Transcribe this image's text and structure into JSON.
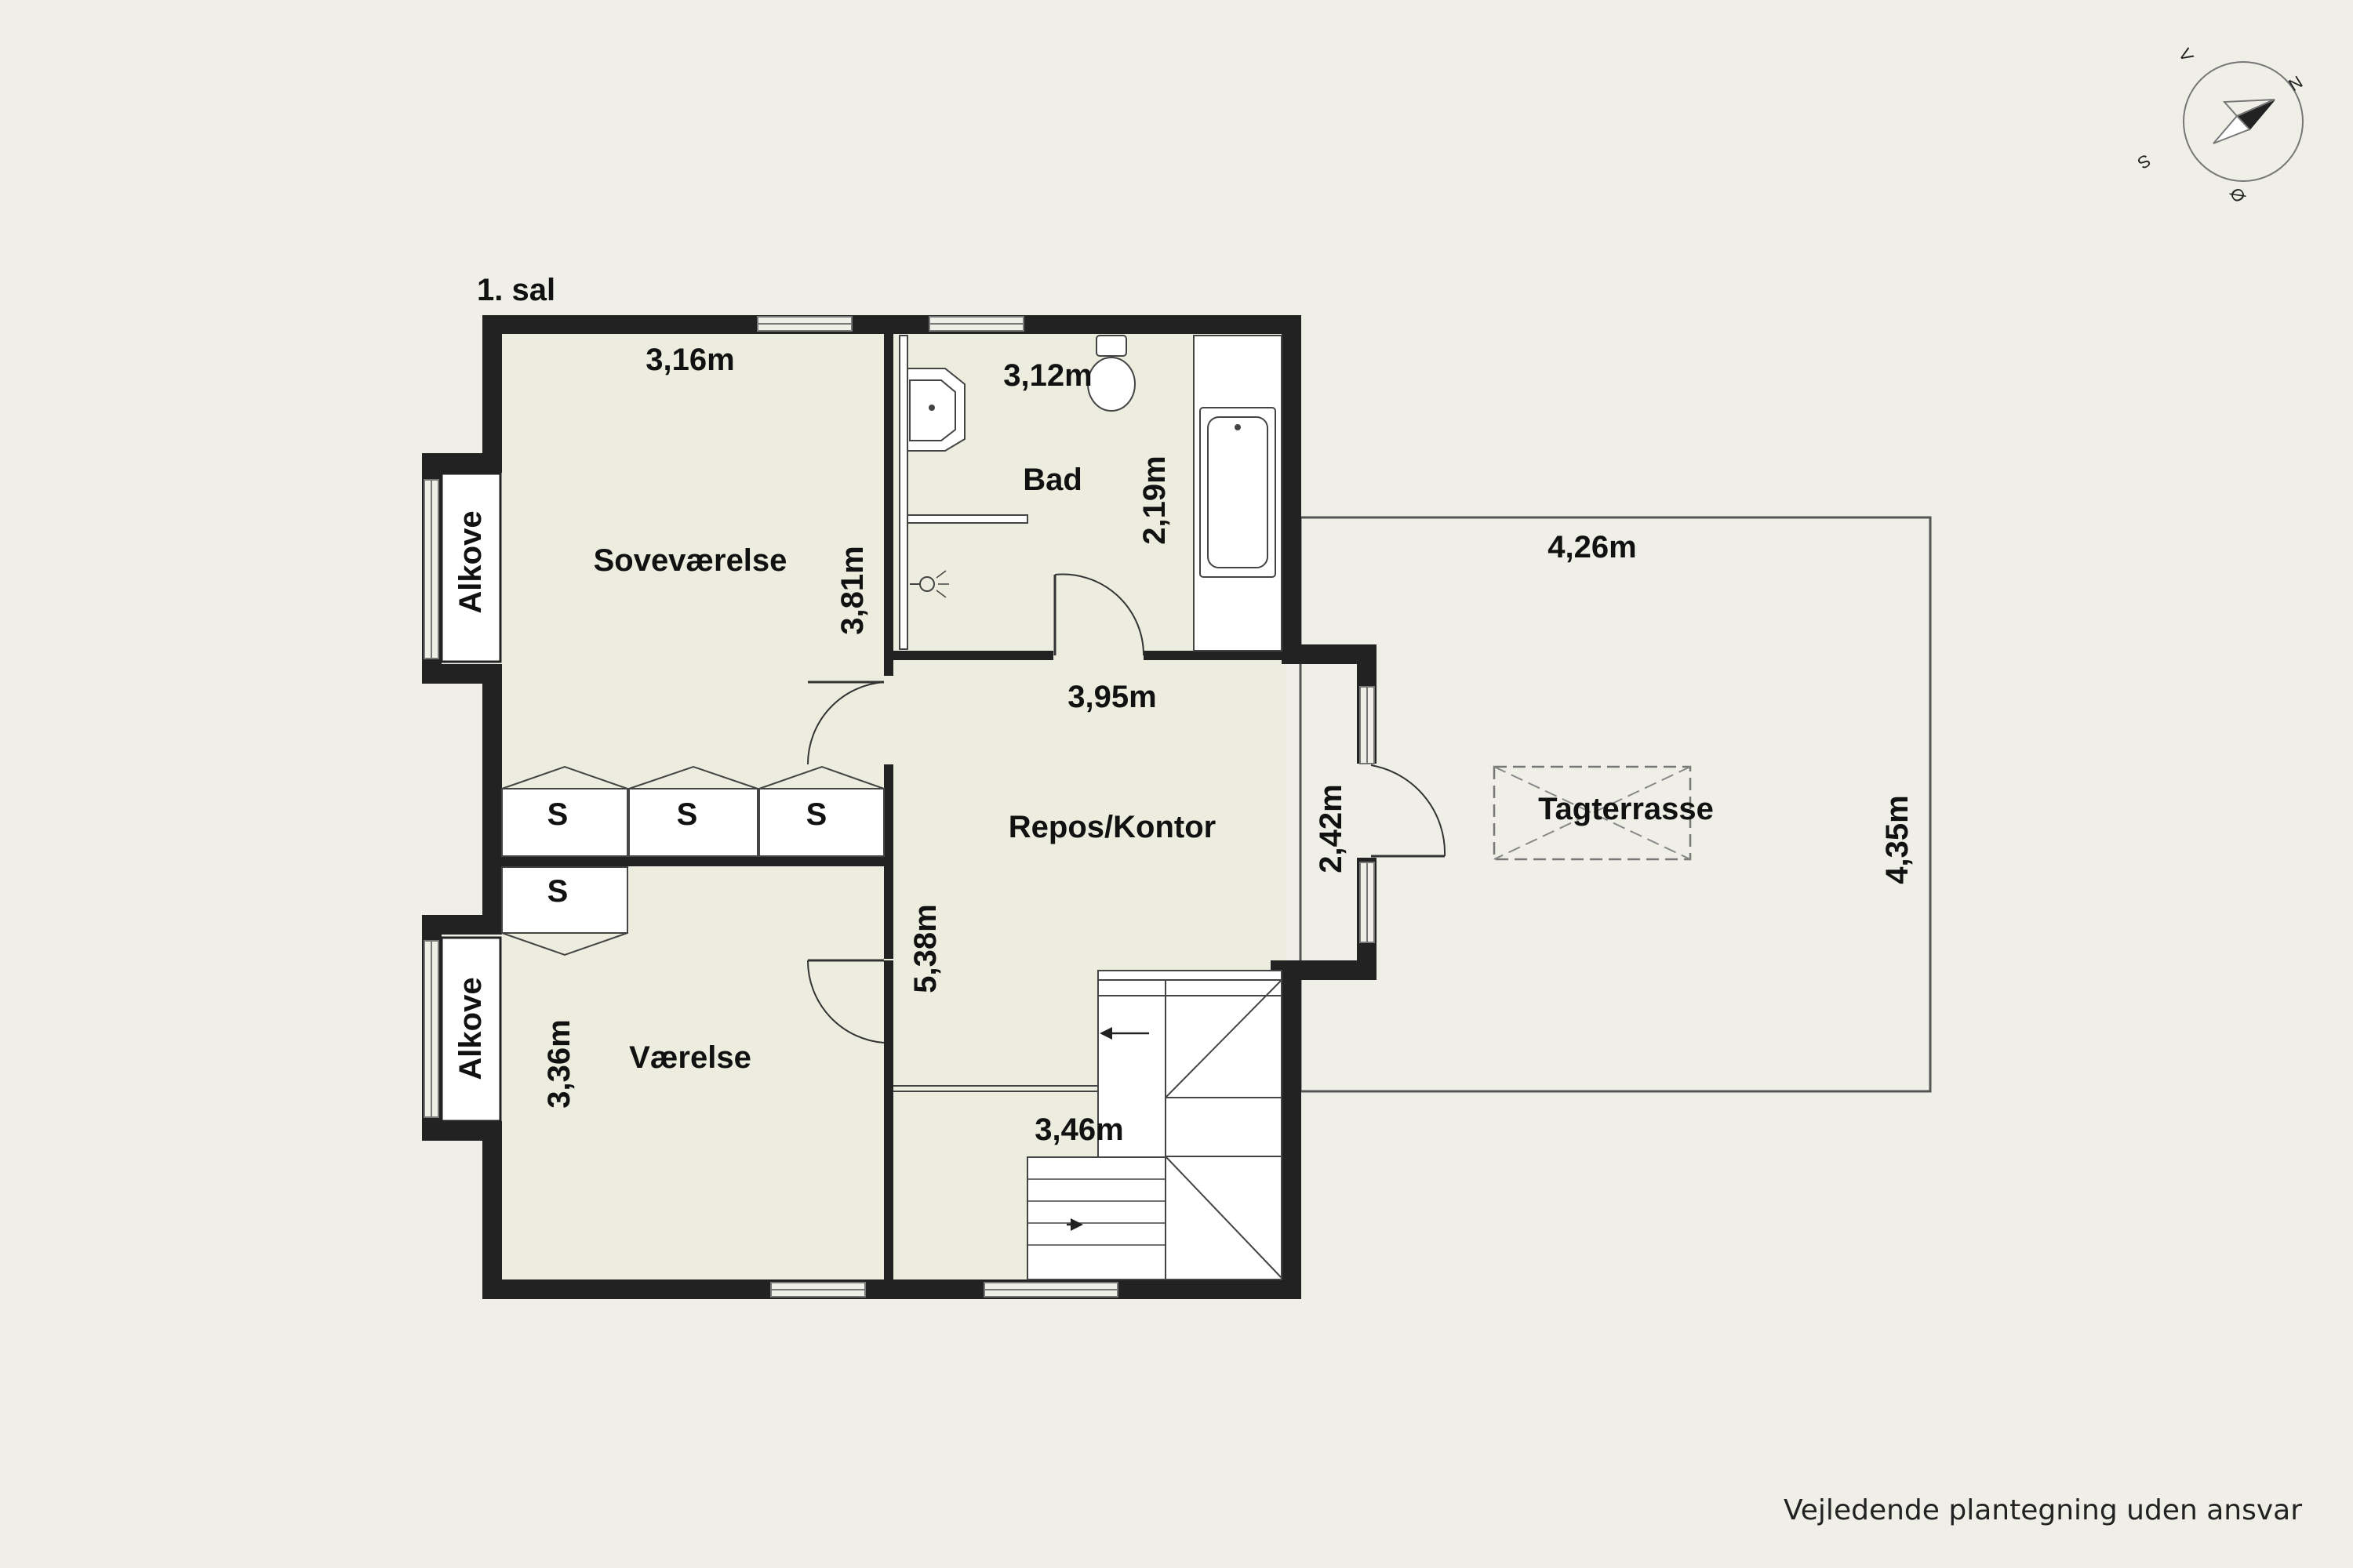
{
  "floor_label": "1. sal",
  "footer_note": "Vejledende plantegning uden ansvar",
  "compass": {
    "n": "N",
    "s": "S",
    "v": "V",
    "o": "Ø"
  },
  "rooms": {
    "sovevaerelse": "Soveværelse",
    "bad": "Bad",
    "repos": "Repos/Kontor",
    "vaerelse": "Værelse",
    "tagterrasse": "Tagterrasse",
    "alkove_top": "Alkove",
    "alkove_bottom": "Alkove"
  },
  "storage": [
    "S",
    "S",
    "S",
    "S"
  ],
  "dimensions": {
    "sov_width": "3,16m",
    "sov_height": "3,81m",
    "bad_width": "3,12m",
    "bad_height": "2,19m",
    "repos_width": "3,95m",
    "repos_height": "5,38m",
    "door_width": "2,42m",
    "terrace_width": "4,26m",
    "terrace_height": "4,35m",
    "vaer_height": "3,36m",
    "stair_width": "3,46m"
  },
  "colors": {
    "background": "#f0efe7",
    "wall": "#222222",
    "floor": "#ececdf"
  }
}
